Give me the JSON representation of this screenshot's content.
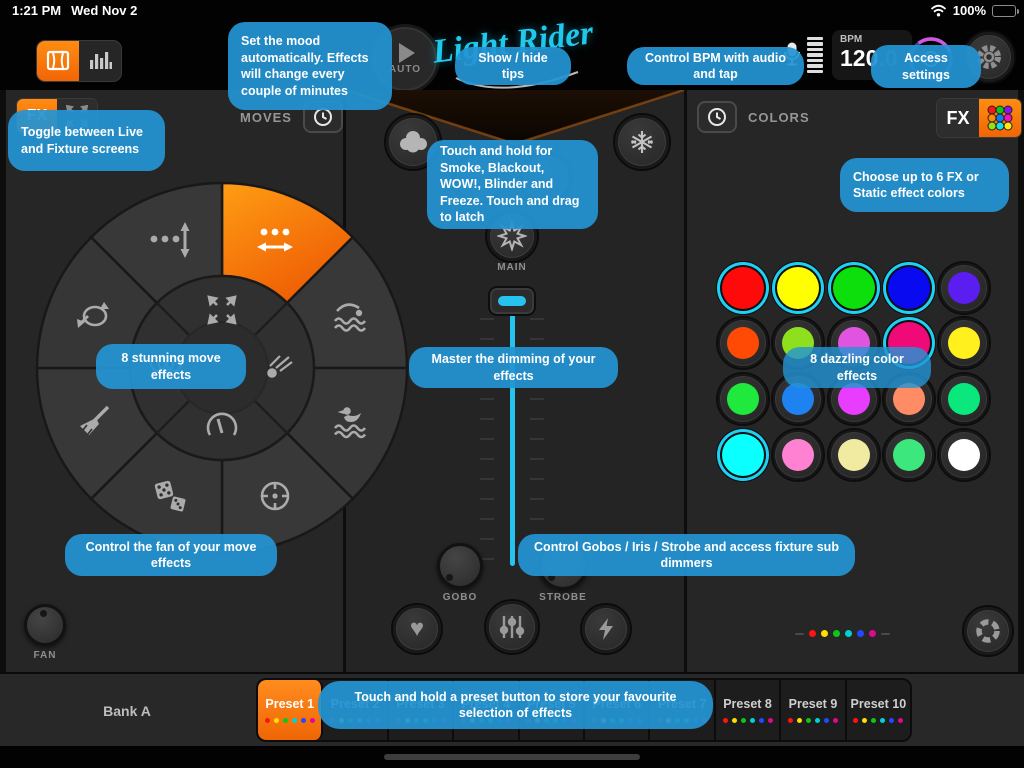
{
  "status_bar": {
    "time": "1:21 PM",
    "date": "Wed Nov 2",
    "battery": "100%"
  },
  "toolbar": {
    "auto_label": "AUTO",
    "logo": "Light Rider",
    "bpm_label": "BPM",
    "bpm_value": "120",
    "bpm_decimal": ".0"
  },
  "tips": {
    "auto": "Set the mood automatically. Effects will change every couple of minutes",
    "show_hide": "Show / hide tips",
    "bpm": "Control BPM with audio and tap",
    "settings": "Access settings",
    "toggle_screens": "Toggle between Live and Fixture screens",
    "latch": "Touch and hold for Smoke, Blackout, WOW!, Blinder and Freeze. Touch and drag to latch",
    "colors_choose": "Choose up to 6 FX or Static effect colors",
    "moves": "8 stunning move effects",
    "dimmer": "Master the dimming of your effects",
    "color_effects": "8 dazzling color effects",
    "fan": "Control the fan of your move effects",
    "gobos": "Control Gobos / Iris / Strobe and access fixture sub dimmers",
    "presets": "Touch and hold a preset button to store your favourite selection of effects"
  },
  "left_panel": {
    "fx_label": "FX",
    "title": "MOVES",
    "fan_label": "FAN"
  },
  "center_panel": {
    "main_label": "MAIN",
    "gobo_label": "GOBO",
    "strobe_label": "STROBE"
  },
  "right_panel": {
    "title": "COLORS",
    "fx_label": "FX",
    "grid": [
      [
        {
          "color": "#ff0a0a",
          "selected": true
        },
        {
          "color": "#ffff00",
          "selected": true
        },
        {
          "color": "#0cdf0c",
          "selected": true
        },
        {
          "color": "#0a0af0",
          "selected": true
        },
        {
          "color": "#5a1ef0",
          "selected": false
        }
      ],
      [
        {
          "color": "#ff4a05",
          "selected": false
        },
        {
          "color": "#8ee01e",
          "selected": false
        },
        {
          "color": "#e054e0",
          "selected": false
        },
        {
          "color": "#f00a78",
          "selected": true
        },
        {
          "color": "#fff01e",
          "selected": false
        }
      ],
      [
        {
          "color": "#1ee93c",
          "selected": false
        },
        {
          "color": "#1e82f0",
          "selected": false
        },
        {
          "color": "#e83cff",
          "selected": false
        },
        {
          "color": "#ff8c64",
          "selected": false
        },
        {
          "color": "#0ae87d",
          "selected": false
        }
      ],
      [
        {
          "color": "#0affff",
          "selected": true
        },
        {
          "color": "#ff82d2",
          "selected": false
        },
        {
          "color": "#f0eba0",
          "selected": false
        },
        {
          "color": "#3ce87d",
          "selected": false
        },
        {
          "color": "#ffffff",
          "selected": false
        }
      ]
    ]
  },
  "preset_bar": {
    "bank_label": "Bank A",
    "presets": [
      "Preset 1",
      "Preset 2",
      "Preset 3",
      "Preset 4",
      "Preset 5",
      "Preset 6",
      "Preset 7",
      "Preset 8",
      "Preset 9",
      "Preset 10"
    ],
    "dot_colors": [
      "#ff1414",
      "#ffdf00",
      "#0cc814",
      "#00d2d2",
      "#2348ff",
      "#e00890"
    ]
  },
  "accent_colors": {
    "tooltip_blue": "#2394d3",
    "orange": "#f26505",
    "cyan": "#27c3ef"
  }
}
